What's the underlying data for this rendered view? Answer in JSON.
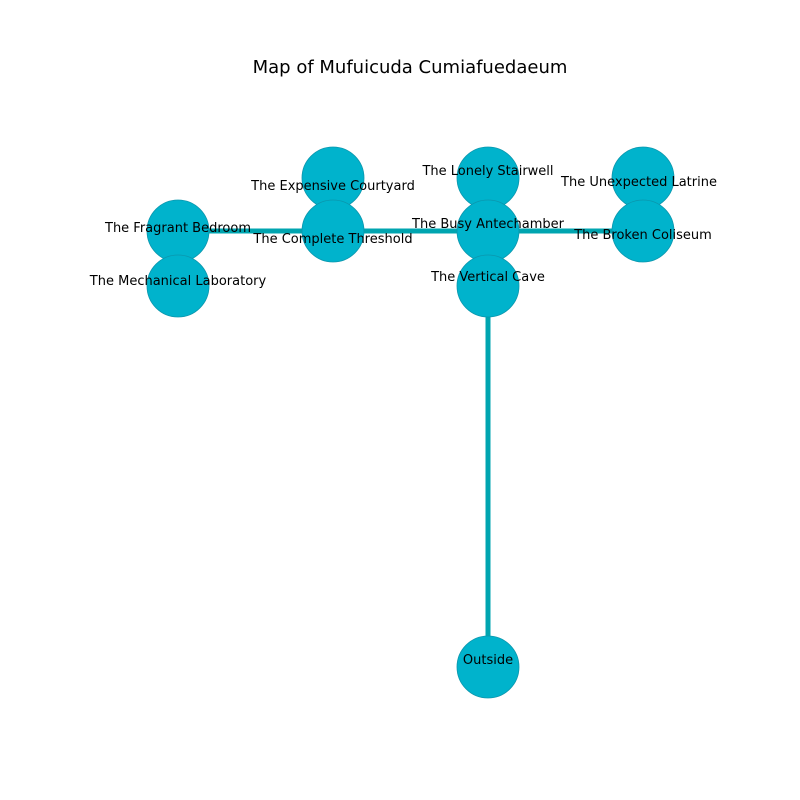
{
  "title": "Map of Mufuicuda Cumiafuedaeum",
  "colors": {
    "node_fill": "#00b3cc",
    "node_stroke": "#0a96ad",
    "edge": "#00a5b0",
    "text": "#000000",
    "background": "#ffffff"
  },
  "rooms": [
    {
      "id": "expensive_courtyard",
      "label": "The Expensive Courtyard"
    },
    {
      "id": "lonely_stairwell",
      "label": "The Lonely Stairwell"
    },
    {
      "id": "unexpected_latrine",
      "label": "The Unexpected Latrine"
    },
    {
      "id": "fragrant_bedroom",
      "label": "The Fragrant Bedroom"
    },
    {
      "id": "complete_threshold",
      "label": "The Complete Threshold"
    },
    {
      "id": "busy_antechamber",
      "label": "The Busy Antechamber"
    },
    {
      "id": "broken_coliseum",
      "label": "The Broken Coliseum"
    },
    {
      "id": "mechanical_laboratory",
      "label": "The Mechanical Laboratory"
    },
    {
      "id": "vertical_cave",
      "label": "The Vertical Cave"
    },
    {
      "id": "outside",
      "label": "Outside"
    }
  ],
  "connections": [
    [
      "fragrant_bedroom",
      "complete_threshold"
    ],
    [
      "complete_threshold",
      "busy_antechamber"
    ],
    [
      "busy_antechamber",
      "broken_coliseum"
    ],
    [
      "vertical_cave",
      "outside"
    ]
  ]
}
